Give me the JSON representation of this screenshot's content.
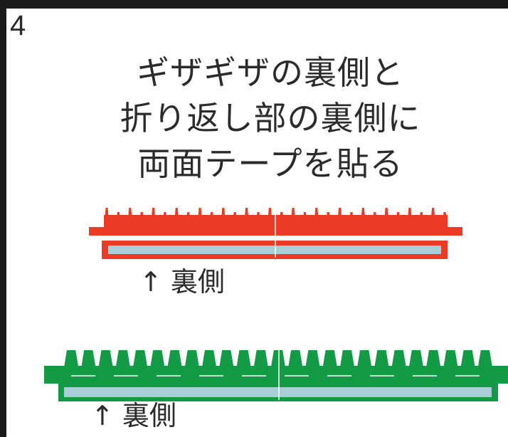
{
  "step_number": "4",
  "instruction_lines": [
    "ギザギザの裏側と",
    "折り返し部の裏側に",
    "両面テープを貼る"
  ],
  "red_strip": {
    "back_label": "↑ 裏側",
    "color": "#ec3b24",
    "tape_color": "#a8cfd8"
  },
  "green_strip": {
    "back_label": "↑ 裏側",
    "color": "#139a45",
    "tape_color": "#a8cfd8"
  }
}
